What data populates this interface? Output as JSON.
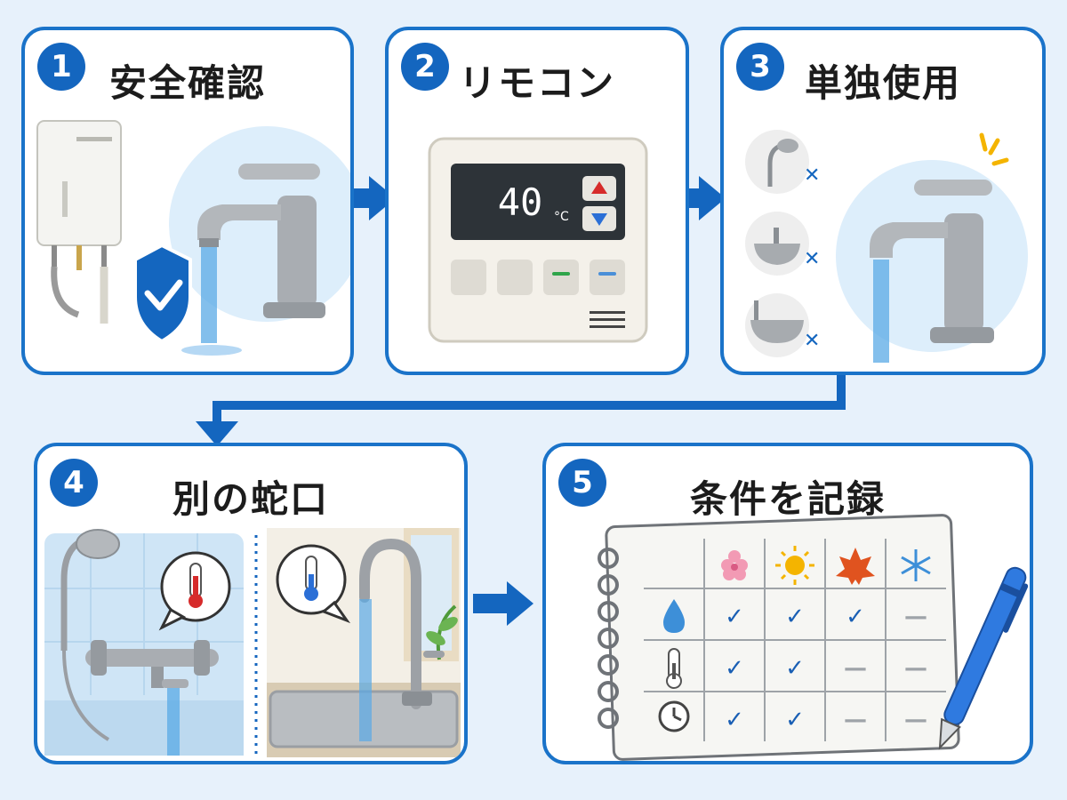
{
  "steps": [
    {
      "number": "1",
      "title": "安全確認"
    },
    {
      "number": "2",
      "title": "リモコン"
    },
    {
      "number": "3",
      "title": "単独使用"
    },
    {
      "number": "4",
      "title": "別の蛇口"
    },
    {
      "number": "5",
      "title": "条件を記録"
    }
  ],
  "remote": {
    "temperature": "40",
    "unit": "°C"
  },
  "colors": {
    "accent": "#1a73c9",
    "badge": "#1466bf",
    "water": "#5aa9e6",
    "hot": "#d62b2b",
    "cold": "#2b6fd6",
    "check": "#1a5fb4",
    "sparkle": "#f4b400"
  },
  "step3_icons": [
    "shower-crossed-icon",
    "sink-crossed-icon",
    "bathtub-crossed-icon"
  ],
  "step4_icons": [
    "thermometer-hot-icon",
    "thermometer-cold-icon"
  ],
  "log_table": {
    "column_icons": [
      "sakura-icon",
      "sun-icon",
      "maple-leaf-icon",
      "snowflake-icon"
    ],
    "row_icons": [
      "water-drop-icon",
      "thermometer-icon",
      "clock-icon"
    ],
    "cells": [
      [
        "✓",
        "✓",
        "✓",
        "—"
      ],
      [
        "✓",
        "✓",
        "—",
        "—"
      ],
      [
        "✓",
        "✓",
        "—",
        "—"
      ]
    ]
  }
}
